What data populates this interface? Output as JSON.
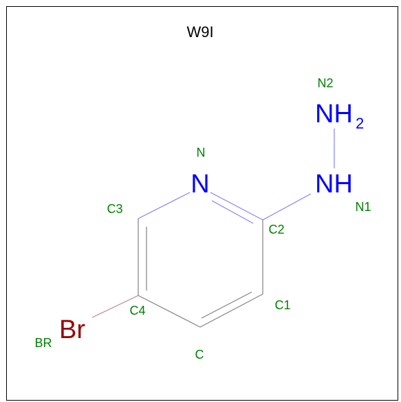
{
  "title": "W9I",
  "colors": {
    "bond_carbon": "#808080",
    "bond_nitrogen": "#8080ff",
    "bond_bromine": "#c08080",
    "nitrogen": "#0000ff",
    "bromine": "#990000",
    "atom_name": "#008000",
    "frame": "#000000"
  },
  "elements": {
    "n_ring": "N",
    "nh": "NH",
    "nh2": "NH",
    "nh2_subscript": "2",
    "br": "Br"
  },
  "atom_names": {
    "n": "N",
    "n1": "N1",
    "n2": "N2",
    "c": "C",
    "c1": "C1",
    "c2": "C2",
    "c3": "C3",
    "c4": "C4",
    "br": "BR"
  }
}
